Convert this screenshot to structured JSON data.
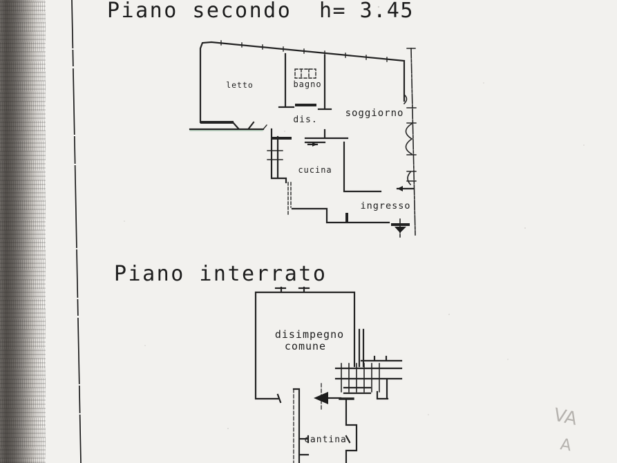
{
  "colors": {
    "paper": "#f2f1ee",
    "ink": "#1f1f1f",
    "pencil": "#a29f9a",
    "scan_edge": "#55514d"
  },
  "titles": {
    "floor_upper": {
      "name": "Piano secondo",
      "height": "h= 3.45"
    },
    "floor_lower": {
      "name": "Piano interrato"
    }
  },
  "plan_upper": {
    "rooms": {
      "letto": "letto",
      "bagno": "bagno",
      "dis": "dis.",
      "soggiorno": "soggiorno",
      "cucina": "cucina",
      "ingresso": "ingresso"
    }
  },
  "plan_lower": {
    "rooms": {
      "disimpegno_line1": "disimpegno",
      "disimpegno_line2": "comune",
      "cantina": "cantina"
    }
  },
  "handwritten": {
    "mark1": "VA",
    "mark2": "A"
  }
}
